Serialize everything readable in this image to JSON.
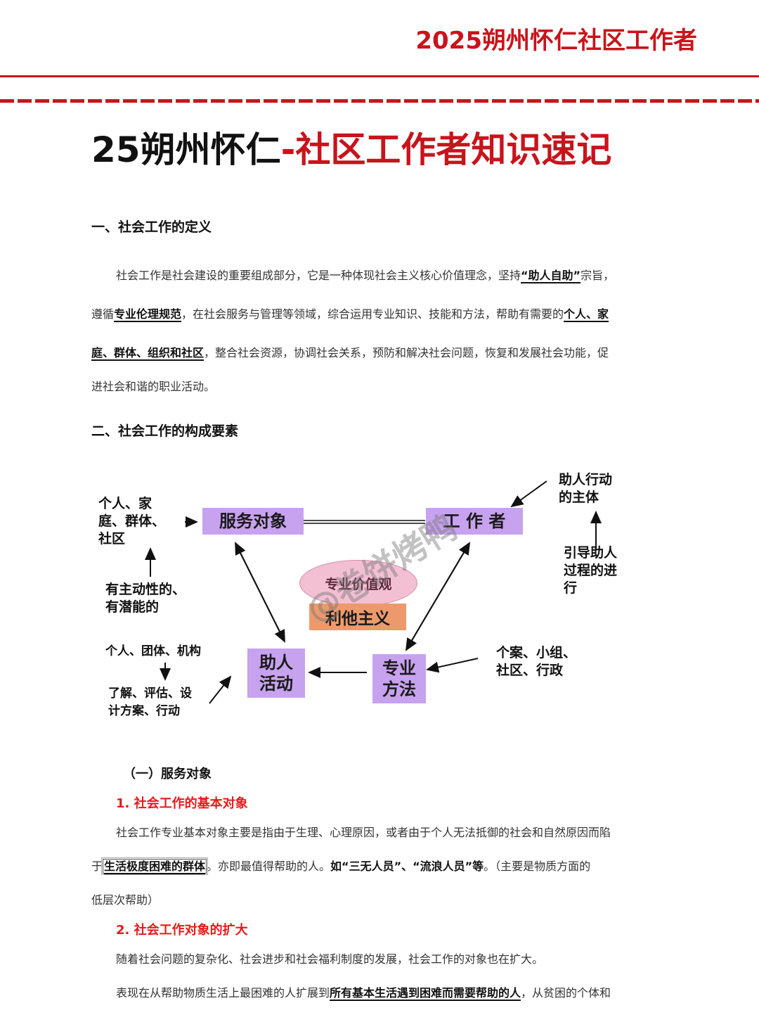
{
  "header": {
    "brand": "2025朔州怀仁社区工作者",
    "accent_color": "#c8141c"
  },
  "title": {
    "black_part": "25朔州怀仁",
    "red_part": "-社区工作者知识速记"
  },
  "section1": {
    "heading": "一、社会工作的定义",
    "lines": [
      {
        "pre": "社会工作是社会建设的重要组成部分，它是一种体现社会主义核心价值理念，坚持",
        "em": "“助人自助”",
        "post": "宗旨，"
      },
      {
        "pre": "遵循",
        "em": "专业伦理规范",
        "post": "，在社会服务与管理等领域，综合运用专业知识、技能和方法，帮助有需要的",
        "em2": "个人、家"
      },
      {
        "em": "庭、群体、组织和社区",
        "post": "，整合社会资源，协调社会关系，预防和解决社会问题，恢复和发展社会功能，促"
      },
      {
        "pre": "进社会和谐的职业活动。"
      }
    ]
  },
  "section2": {
    "heading": "二、社会工作的构成要素"
  },
  "diagram": {
    "boxes": {
      "service_object": "服务对象",
      "worker": "工 作 者",
      "helping_activity": "助人\n活动",
      "professional_method": "专业\n方法"
    },
    "ellipse": "专业价值观",
    "altruism": "利他主义",
    "labels": {
      "object_types": "个人、家\n庭、群体、\n社区",
      "object_traits": "有主动性的、\n有潜能的",
      "worker_role": "助人行动\n的主体",
      "worker_guide": "引导助人\n过程的进\n行",
      "activity_scope": "个人、团体、机构",
      "activity_steps": "了解、评估、设\n计方案、行动",
      "methods": "个案、小组、\n社区、行政"
    },
    "watermark": "@卷饼烤鸭",
    "colors": {
      "box": "#c7a2ee",
      "ellipse": "#f2bfd3",
      "orange": "#ec9a6c"
    }
  },
  "subsection1": {
    "heading": "（一）服务对象",
    "item1": {
      "heading": "1. 社会工作的基本对象",
      "line1": "社会工作专业基本对象主要是指由于生理、心理原因，或者由于个人无法抵御的社会和自然原因而陷",
      "line2_pre": "于",
      "line2_boxed": "生活极度困难的群体",
      "line2_mid": "。亦即最值得帮助的人。",
      "line2_em": "如“三无人员”、“流浪人员”等",
      "line2_post": "。（主要是物质方面的",
      "line3": "低层次帮助）"
    },
    "item2": {
      "heading": "2. 社会工作对象的扩大",
      "line1": "随着社会问题的复杂化、社会进步和社会福利制度的发展，社会工作的对象也在扩大。",
      "line2_pre": "表现在从帮助物质生活上最困难的人扩展到",
      "line2_em": "所有基本生活遇到困难而需要帮助的人",
      "line2_post": "，从贫困的个体和"
    }
  }
}
